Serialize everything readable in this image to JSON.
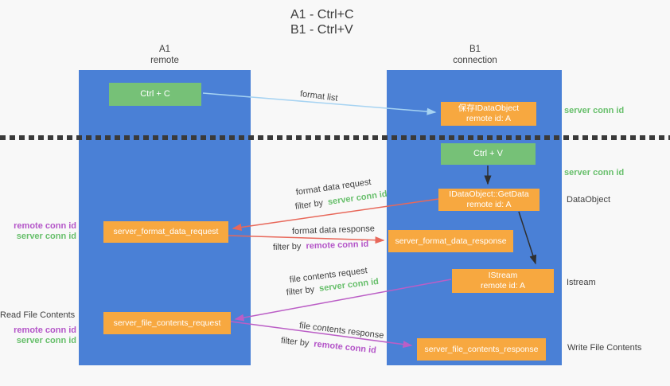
{
  "title": {
    "line1": "A1 - Ctrl+C",
    "line2": "B1 - Ctrl+V"
  },
  "columns": {
    "left": {
      "name": "A1",
      "role": "remote"
    },
    "right": {
      "name": "B1",
      "role": "connection"
    }
  },
  "nodes": {
    "ctrl_c": {
      "label": "Ctrl + C"
    },
    "save_idataobject": {
      "line1": "保存IDataObject",
      "line2": "remote id: A"
    },
    "ctrl_v": {
      "label": "Ctrl + V"
    },
    "getdata": {
      "line1": "IDataObject::GetData",
      "line2": "remote id: A"
    },
    "server_format_data_request": {
      "label": "server_format_data_request"
    },
    "server_format_data_response": {
      "label": "server_format_data_response"
    },
    "istream": {
      "line1": "IStream",
      "line2": "remote id: A"
    },
    "server_file_contents_request": {
      "label": "server_file_contents_request"
    },
    "server_file_contents_response": {
      "label": "server_file_contents_response"
    }
  },
  "side_labels": {
    "server_conn_id_top": "server conn id",
    "server_conn_id_mid": "server conn id",
    "dataobject": "DataObject",
    "istream": "Istream",
    "write_file_contents": "Write File Contents",
    "read_file_contents": "Read File Contents",
    "remote_conn_id_format": "remote conn id",
    "server_conn_id_format": "server conn id",
    "remote_conn_id_file": "remote conn id",
    "server_conn_id_file": "server conn id"
  },
  "flow_labels": {
    "format_list": "format list",
    "format_data_request": "format data request",
    "format_data_response": "format data response",
    "file_contents_request": "file contents request",
    "file_contents_response": "file contents response",
    "filter_by": "filter by",
    "server_conn_id": "server conn id",
    "remote_conn_id": "remote conn id"
  },
  "colors": {
    "lane_blue": "#4a80d6",
    "box_green": "#76c177",
    "box_orange": "#f7a840",
    "arrow_red": "#e8685a",
    "arrow_purple": "#bb5ec6",
    "arrow_blue": "#a6d3f2",
    "arrow_black": "#2f2f2f",
    "text_green": "#67bf6b",
    "text_purple": "#b455c8",
    "text_dark": "#3f3f3f",
    "background": "#f8f8f8"
  }
}
